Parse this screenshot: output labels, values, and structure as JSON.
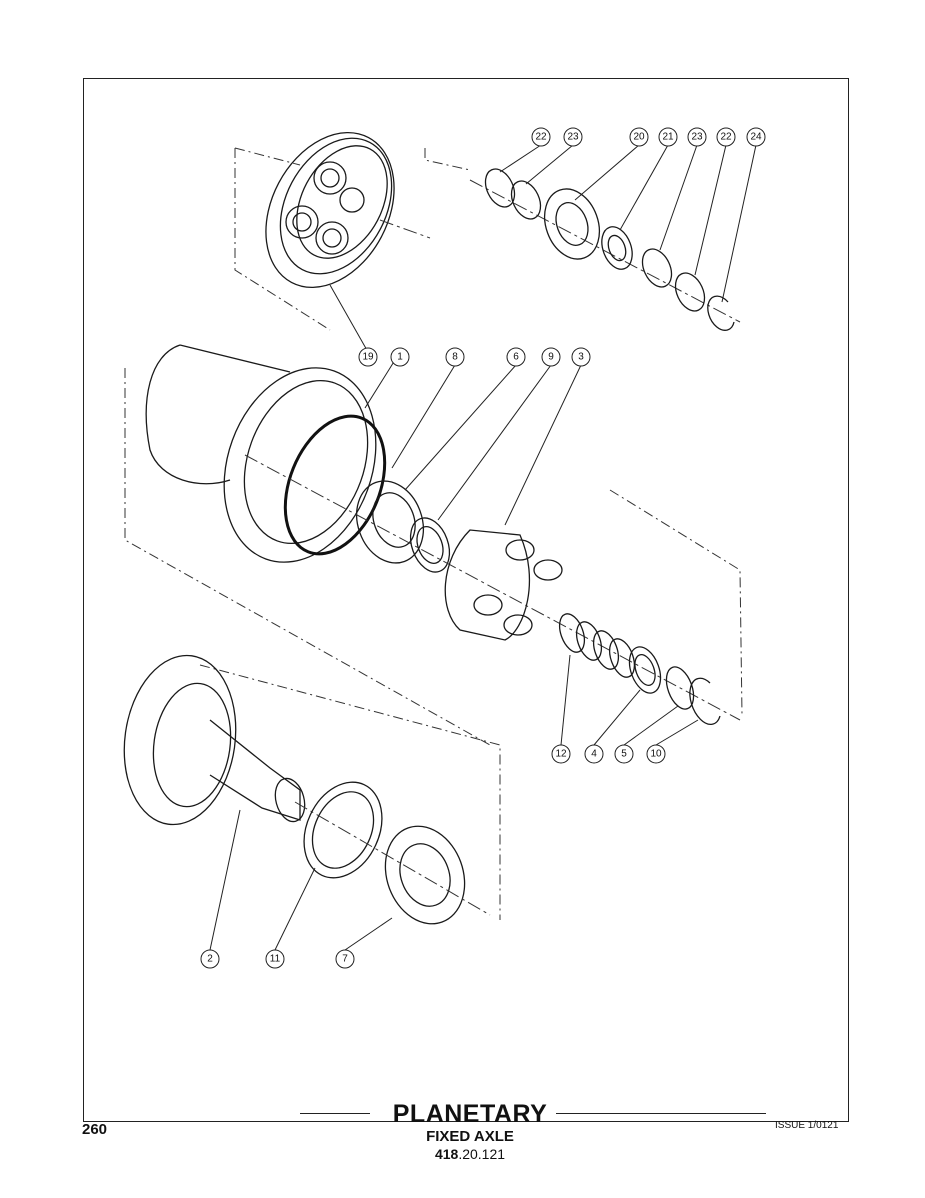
{
  "footer": {
    "page_number": "260",
    "title": "PLANETARY",
    "subtitle": "FIXED AXLE",
    "code_bold": "418",
    "code_rest": ".20.121",
    "issue": "ISSUE 1/0121"
  },
  "callouts": [
    "22",
    "23",
    "20",
    "21",
    "23",
    "22",
    "24",
    "19",
    "1",
    "8",
    "6",
    "9",
    "3",
    "12",
    "4",
    "5",
    "10",
    "2",
    "11",
    "7"
  ]
}
